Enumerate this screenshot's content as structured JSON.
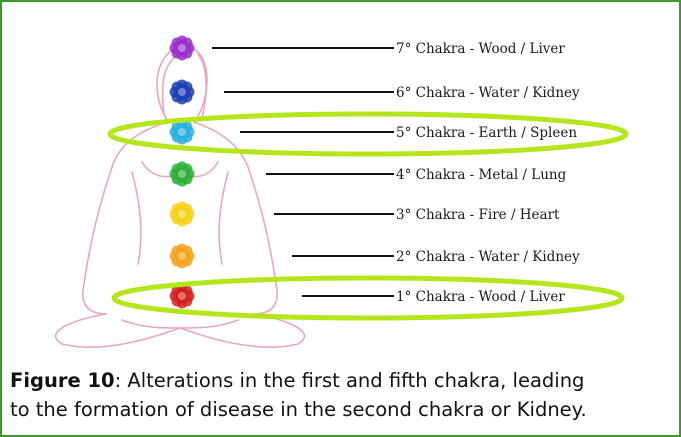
{
  "figure": {
    "label": "Figure 10",
    "caption_line1": ": Alterations in the first and fifth chakra, leading",
    "caption_line2": "to the formation of disease in the second chakra or Kidney."
  },
  "chakras": [
    {
      "label": "7° Chakra - Wood / Liver",
      "color": "#9b2fc9",
      "icon": "lotus-purple",
      "highlighted": false
    },
    {
      "label": "6° Chakra - Water / Kidney",
      "color": "#1f3fb4",
      "icon": "lotus-indigo",
      "highlighted": false
    },
    {
      "label": "5° Chakra - Earth / Spleen",
      "color": "#2cb0e0",
      "icon": "lotus-blue",
      "highlighted": true
    },
    {
      "label": "4° Chakra - Metal / Lung",
      "color": "#2fae3a",
      "icon": "lotus-green",
      "highlighted": false
    },
    {
      "label": "3° Chakra - Fire / Heart",
      "color": "#f3d21b",
      "icon": "lotus-yellow",
      "highlighted": false
    },
    {
      "label": "2° Chakra - Water / Kidney",
      "color": "#f3a21b",
      "icon": "lotus-orange",
      "highlighted": false
    },
    {
      "label": "1° Chakra - Wood / Liver",
      "color": "#d62121",
      "icon": "lotus-red",
      "highlighted": true
    }
  ],
  "colors": {
    "border": "#3f9a2c",
    "highlight_ellipse": "#b5e61d",
    "body_outline": "#e7a9b9",
    "leader_line": "#111111"
  }
}
